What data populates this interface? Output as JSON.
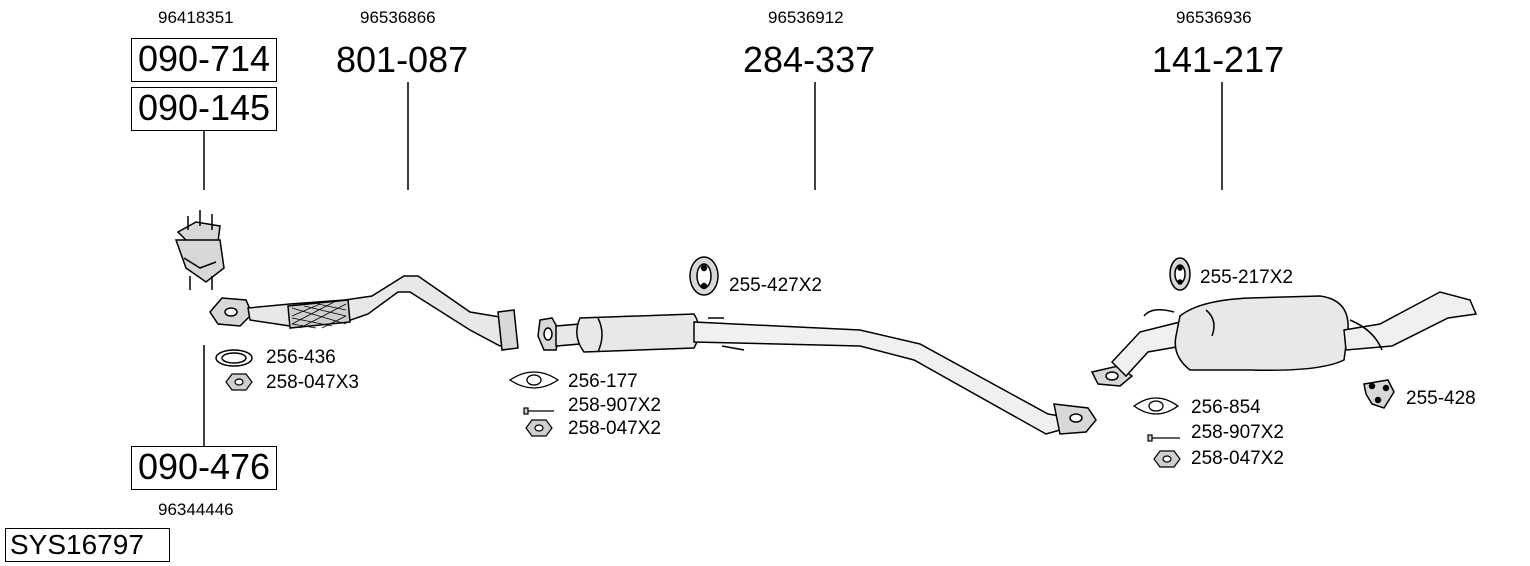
{
  "system_code": "SYS16797",
  "groups": [
    {
      "oem_top": "96418351",
      "parts": [
        "090-714",
        "090-145"
      ],
      "bottom_part": "090-476",
      "oem_bottom": "96344446",
      "accessories": [
        "256-436",
        "258-047X3"
      ]
    },
    {
      "oem_top": "96536866",
      "parts": [
        "801-087"
      ],
      "accessories": [
        "256-177",
        "258-907X2",
        "258-047X2",
        "255-427X2"
      ]
    },
    {
      "oem_top": "96536912",
      "parts": [
        "284-337"
      ]
    },
    {
      "oem_top": "96536936",
      "parts": [
        "141-217"
      ],
      "accessories": [
        "255-217X2",
        "256-854",
        "258-907X2",
        "258-047X2",
        "255-428"
      ]
    }
  ]
}
